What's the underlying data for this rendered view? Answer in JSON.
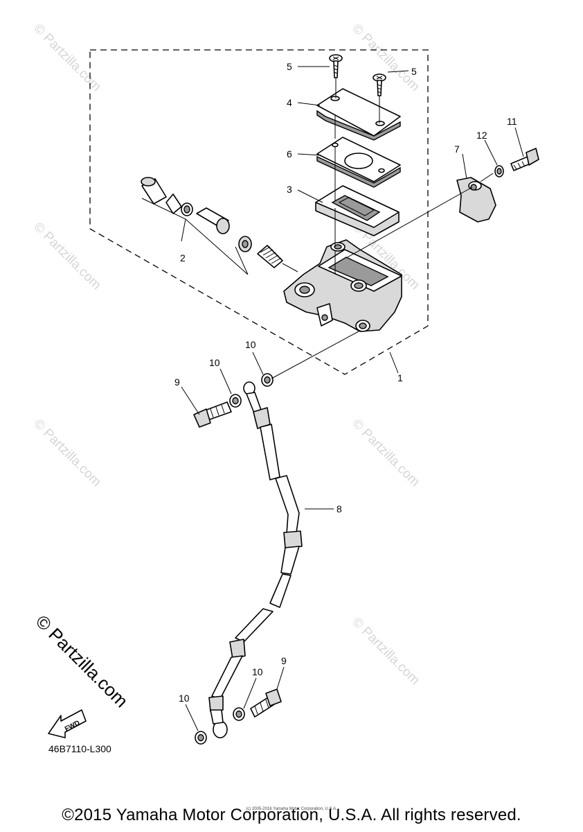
{
  "diagram": {
    "diagram_code": "46B7110-L300",
    "copyright_main": "©2015 Yamaha Motor Corporation, U.S.A. All rights reserved.",
    "copyright_small": "(c) 2005-2016 Yamaha Motor Corporation, U.S.A.",
    "watermark": "© Partzilla.com",
    "watermark_prominent": "© Partzilla.com",
    "fwd_label": "FWD",
    "callouts": {
      "c1": "1",
      "c2": "2",
      "c3": "3",
      "c4": "4",
      "c5a": "5",
      "c5b": "5",
      "c6": "6",
      "c7": "7",
      "c8": "8",
      "c9a": "9",
      "c9b": "9",
      "c10a": "10",
      "c10b": "10",
      "c10c": "10",
      "c10d": "10",
      "c11": "11",
      "c12": "12"
    }
  }
}
